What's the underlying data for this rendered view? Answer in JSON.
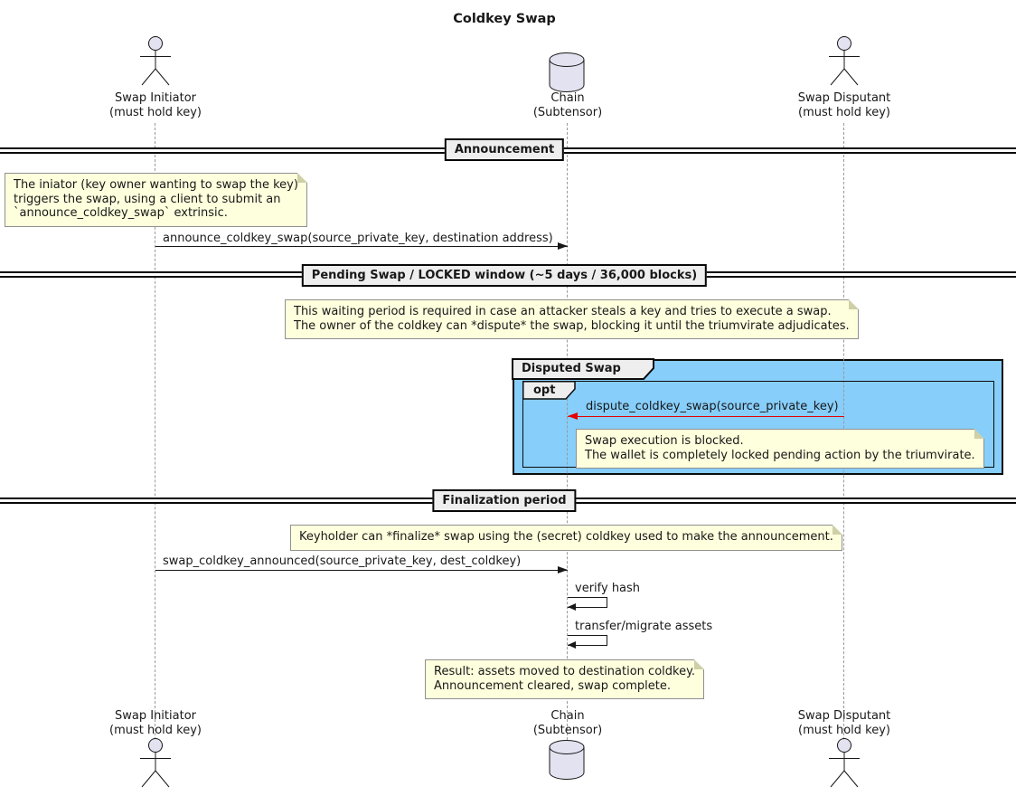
{
  "diagram": {
    "title": "Coldkey Swap"
  },
  "actors": {
    "initiator": {
      "label": "Swap Initiator\n(must hold key)"
    },
    "chain": {
      "label": "Chain\n(Subtensor)"
    },
    "disputant": {
      "label": "Swap Disputant\n(must hold key)"
    }
  },
  "dividers": {
    "announcement": {
      "label": "Announcement"
    },
    "pending_swap": {
      "label": "Pending Swap / LOCKED window (~5 days / 36,000 blocks)"
    },
    "finalization": {
      "label": "Finalization period"
    }
  },
  "notes": {
    "announce_note": {
      "text": "The iniator (key owner wanting to swap the key)\ntriggers the swap, using a client to submit an\n`announce_coldkey_swap` extrinsic."
    },
    "waiting_note": {
      "text": "This waiting period is required in case an attacker steals a key and tries to execute a swap.\nThe owner of the coldkey can *dispute* the swap, blocking it until the triumvirate adjudicates."
    },
    "blocked_note": {
      "text": "Swap execution is blocked.\nThe wallet is completely locked pending action by the triumvirate."
    },
    "finalize_note": {
      "text": "Keyholder can *finalize* swap using the (secret) coldkey used to make the announcement."
    },
    "result_note": {
      "text": "Result: assets moved to destination coldkey.\nAnnouncement cleared, swap complete."
    }
  },
  "messages": {
    "announce": {
      "label": "announce_coldkey_swap(source_private_key, destination address)"
    },
    "dispute": {
      "label": "dispute_coldkey_swap(source_private_key)"
    },
    "finalize": {
      "label": "swap_coldkey_announced(source_private_key, dest_coldkey)"
    },
    "verify_hash": {
      "label": "verify hash"
    },
    "transfer": {
      "label": "transfer/migrate assets"
    }
  },
  "groups": {
    "disputed_swap": {
      "title": "Disputed Swap",
      "operator": "opt"
    }
  },
  "colors": {
    "note_bg": "#FEFFDD",
    "note_border": "#909090",
    "actor_fill": "#E2E2F0",
    "group_bg": "#87CEFA",
    "label_box_bg": "#EEEEEE",
    "line": "#181818",
    "red_arrow": "#E60000",
    "lifeline": "#999999"
  }
}
